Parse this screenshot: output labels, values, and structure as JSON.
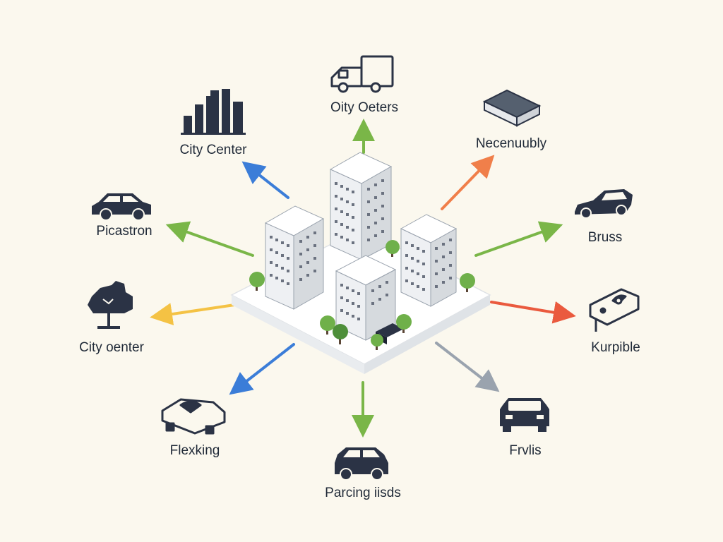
{
  "colors": {
    "background": "#fbf8ee",
    "icon": "#2b3345",
    "green": "#7ab648",
    "blue": "#3b7dd8",
    "orange": "#f07f4a",
    "red": "#ea5a3e",
    "yellow": "#f4c244",
    "gray": "#9aa3ae",
    "building_light": "#f2f4f6",
    "building_shade": "#d3d7dc",
    "tree": "#6fb04a"
  },
  "hub": {
    "icon": "city-buildings-icon"
  },
  "nodes": [
    {
      "id": "city-center-top",
      "label": "City Center",
      "icon": "skyline-icon",
      "arrow_color": "blue"
    },
    {
      "id": "top",
      "label": "Oity Oeters",
      "icon": "truck-icon",
      "arrow_color": "green"
    },
    {
      "id": "top-right",
      "label": "Necenuubly",
      "icon": "box-icon",
      "arrow_color": "orange"
    },
    {
      "id": "left-upper",
      "label": "Picastron",
      "icon": "car-icon",
      "arrow_color": "green"
    },
    {
      "id": "right-upper",
      "label": "Bruss",
      "icon": "sports-car-icon",
      "arrow_color": "green"
    },
    {
      "id": "left-middle",
      "label": "City oenter",
      "icon": "sign-icon",
      "arrow_color": "yellow"
    },
    {
      "id": "right-middle",
      "label": "Kurpible",
      "icon": "vehicle-pod-icon",
      "arrow_color": "red"
    },
    {
      "id": "bottom-left",
      "label": "Flexking",
      "icon": "flex-vehicle-icon",
      "arrow_color": "blue"
    },
    {
      "id": "bottom",
      "label": "Parcing iisds",
      "icon": "car-front-icon",
      "arrow_color": "green"
    },
    {
      "id": "bottom-right",
      "label": "Frvlis",
      "icon": "suv-front-icon",
      "arrow_color": "gray"
    }
  ]
}
